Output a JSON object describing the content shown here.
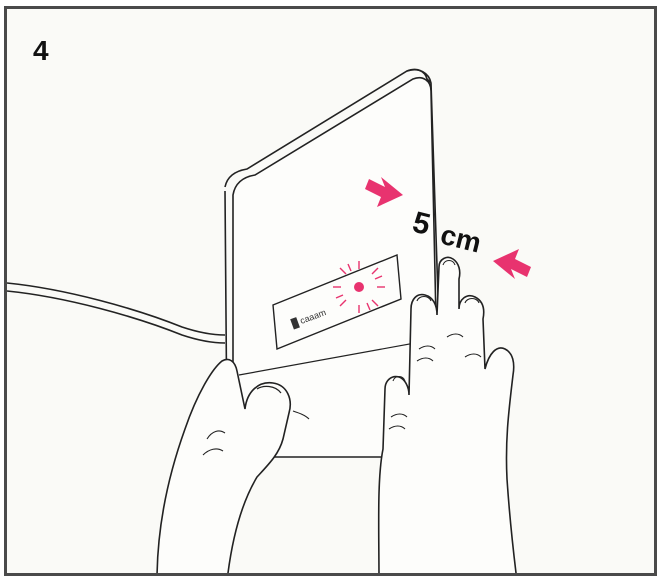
{
  "step": {
    "number": "4"
  },
  "distance": {
    "value": "5",
    "unit": "cm"
  },
  "device_label": "█ caaam",
  "colors": {
    "accent": "#e8336f",
    "outline": "#222222",
    "frame": "#4a4a4a",
    "background": "#fafaf7"
  },
  "icons": [
    "arrow-right-icon",
    "arrow-left-icon",
    "nfc-spark-icon"
  ]
}
